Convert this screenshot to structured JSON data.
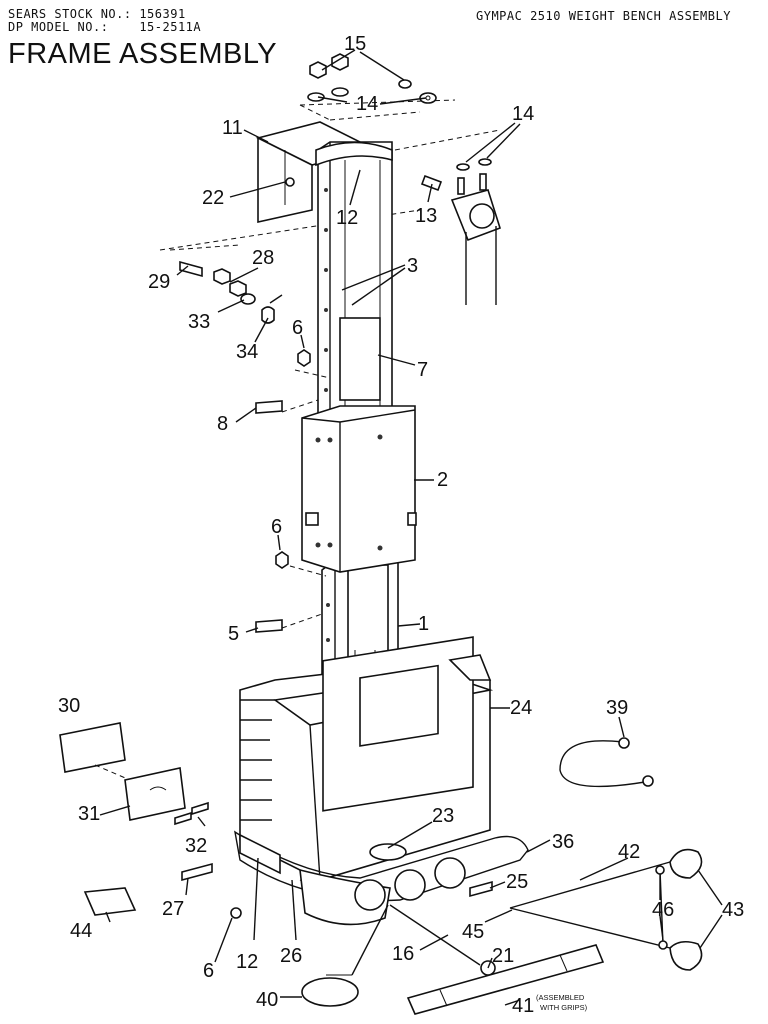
{
  "header": {
    "stock_line": "SEARS STOCK NO.: 156391",
    "model_line": "DP MODEL NO.:    15-2511A",
    "product": "GYMPAC 2510 WEIGHT BENCH ASSEMBLY"
  },
  "title": "FRAME ASSEMBLY",
  "callouts": [
    {
      "id": "c15",
      "text": "15"
    },
    {
      "id": "c14a",
      "text": "14"
    },
    {
      "id": "c14b",
      "text": "14"
    },
    {
      "id": "c11",
      "text": "11"
    },
    {
      "id": "c22",
      "text": "22"
    },
    {
      "id": "c12a",
      "text": "12"
    },
    {
      "id": "c13",
      "text": "13"
    },
    {
      "id": "c28",
      "text": "28"
    },
    {
      "id": "c29",
      "text": "29"
    },
    {
      "id": "c3",
      "text": "3"
    },
    {
      "id": "c33",
      "text": "33"
    },
    {
      "id": "c6a",
      "text": "6"
    },
    {
      "id": "c34",
      "text": "34"
    },
    {
      "id": "c7",
      "text": "7"
    },
    {
      "id": "c8",
      "text": "8"
    },
    {
      "id": "c2",
      "text": "2"
    },
    {
      "id": "c6b",
      "text": "6"
    },
    {
      "id": "c5",
      "text": "5"
    },
    {
      "id": "c1",
      "text": "1"
    },
    {
      "id": "c30",
      "text": "30"
    },
    {
      "id": "c24",
      "text": "24"
    },
    {
      "id": "c39",
      "text": "39"
    },
    {
      "id": "c31",
      "text": "31"
    },
    {
      "id": "c23",
      "text": "23"
    },
    {
      "id": "c32",
      "text": "32"
    },
    {
      "id": "c36",
      "text": "36"
    },
    {
      "id": "c27",
      "text": "27"
    },
    {
      "id": "c42",
      "text": "42"
    },
    {
      "id": "c25",
      "text": "25"
    },
    {
      "id": "c44",
      "text": "44"
    },
    {
      "id": "c46",
      "text": "46"
    },
    {
      "id": "c43",
      "text": "43"
    },
    {
      "id": "c45",
      "text": "45"
    },
    {
      "id": "c6c",
      "text": "6"
    },
    {
      "id": "c12b",
      "text": "12"
    },
    {
      "id": "c26",
      "text": "26"
    },
    {
      "id": "c16",
      "text": "16"
    },
    {
      "id": "c21",
      "text": "21"
    },
    {
      "id": "c40",
      "text": "40"
    },
    {
      "id": "c41",
      "text": "41"
    }
  ],
  "note_41_line1": "(ASSEMBLED",
  "note_41_line2": "WITH GRIPS)"
}
